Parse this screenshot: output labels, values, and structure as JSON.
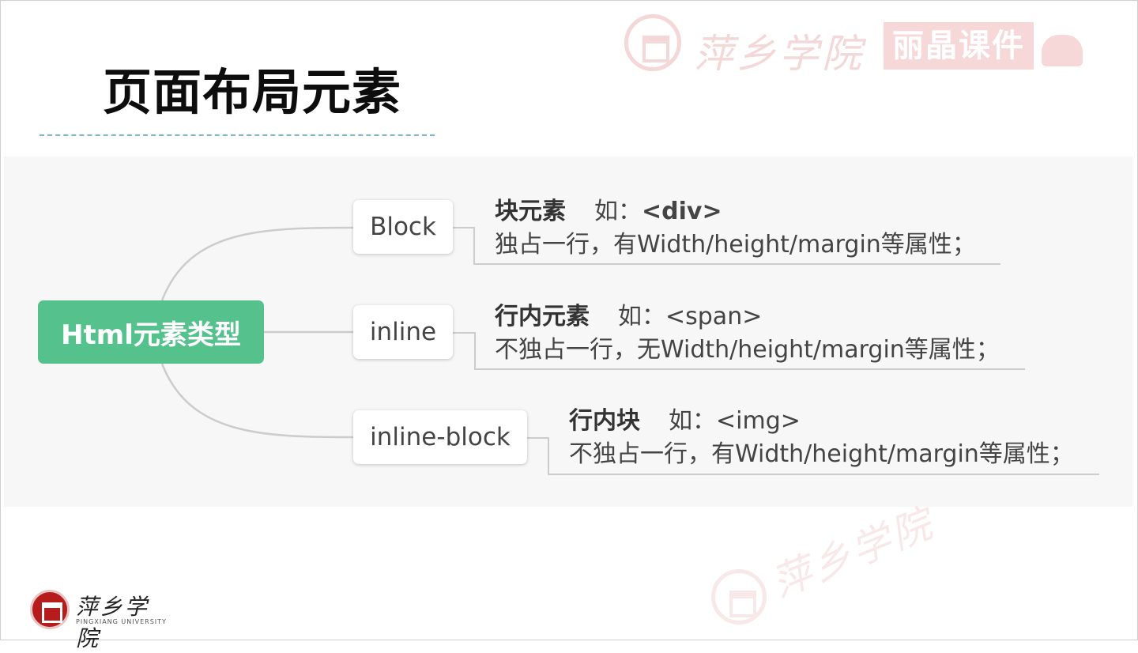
{
  "slide": {
    "title": "页面布局元素"
  },
  "watermark": {
    "school_name": "萍乡学院",
    "badge": "丽晶课件"
  },
  "mindmap": {
    "root": "Html元素类型",
    "branches": [
      {
        "node": "Block",
        "label": "块元素",
        "example_prefix": "如：",
        "example_tag": "<div>",
        "description": "独占一行，有Width/height/margin等属性；"
      },
      {
        "node": "inline",
        "label": "行内元素",
        "example_prefix": "如：",
        "example_tag": "<span>",
        "description": "不独占一行，无Width/height/margin等属性；"
      },
      {
        "node": "inline-block",
        "label": "行内块",
        "example_prefix": "如：",
        "example_tag": "<img>",
        "description": "不独占一行，有Width/height/margin等属性；"
      }
    ]
  },
  "footer": {
    "school_name": "萍乡学院",
    "school_name_en": "PINGXIANG UNIVERSITY"
  },
  "colors": {
    "root_fill": "#55c18c",
    "connector": "#cccccc",
    "title_rule": "#7fb7c9",
    "panel_bg": "#f7f7f7"
  }
}
